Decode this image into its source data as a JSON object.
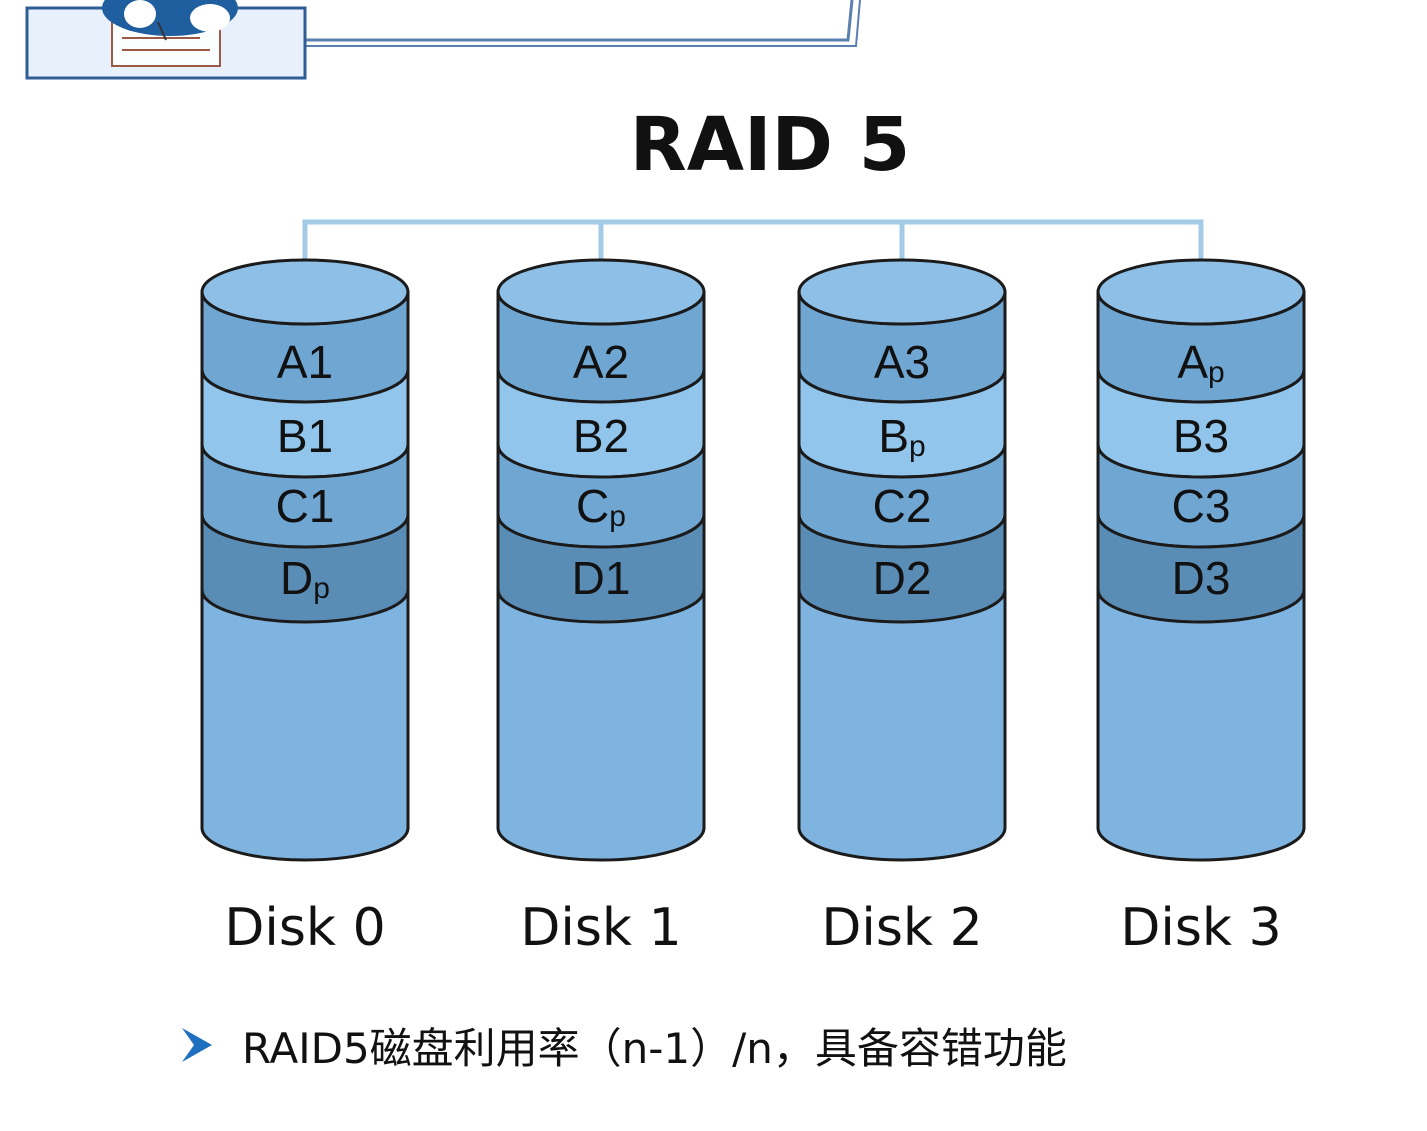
{
  "title": "RAID 5",
  "colors": {
    "connector": "#a3cbe8",
    "disk_fill": "#7eb4df",
    "disk_top": "#8ec0e7",
    "block_a": "#6fa6d2",
    "block_b": "#91c5ec",
    "block_c": "#6fa6d2",
    "block_d": "#5a8db6",
    "outline": "#1b1b1b",
    "bullet": "#1e6fc0"
  },
  "disks": [
    {
      "label": "Disk 0",
      "blocks": [
        {
          "main": "A",
          "sub": "1"
        },
        {
          "main": "B",
          "sub": "1"
        },
        {
          "main": "C",
          "sub": "1"
        },
        {
          "main": "D",
          "sub": "p"
        }
      ]
    },
    {
      "label": "Disk 1",
      "blocks": [
        {
          "main": "A",
          "sub": "2"
        },
        {
          "main": "B",
          "sub": "2"
        },
        {
          "main": "C",
          "sub": "p"
        },
        {
          "main": "D",
          "sub": "1"
        }
      ]
    },
    {
      "label": "Disk 2",
      "blocks": [
        {
          "main": "A",
          "sub": "3"
        },
        {
          "main": "B",
          "sub": "p"
        },
        {
          "main": "C",
          "sub": "2"
        },
        {
          "main": "D",
          "sub": "2"
        }
      ]
    },
    {
      "label": "Disk 3",
      "blocks": [
        {
          "main": "A",
          "sub": "p"
        },
        {
          "main": "B",
          "sub": "3"
        },
        {
          "main": "C",
          "sub": "3"
        },
        {
          "main": "D",
          "sub": "3"
        }
      ]
    }
  ],
  "bullet": {
    "icon": "arrow-bullet-icon",
    "text": "RAID5磁盘利用率（n-1）/n，具备容错功能"
  },
  "header_decoration": {
    "icon": "person-writing-icon"
  }
}
